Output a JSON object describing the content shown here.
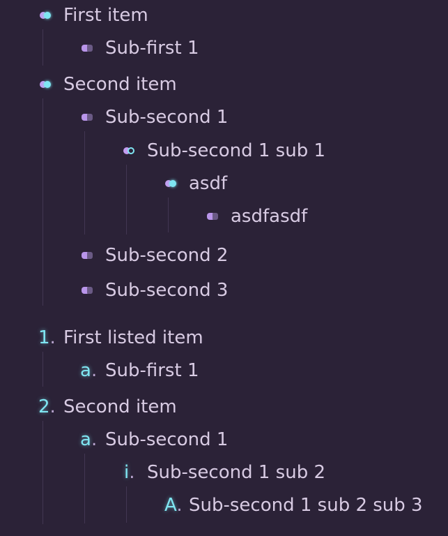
{
  "bulleted": {
    "items": [
      {
        "label": "First item",
        "level": 0,
        "marker": "dot"
      },
      {
        "label": "Sub-first 1",
        "level": 1,
        "marker": "tag"
      },
      {
        "label": "Second item",
        "level": 0,
        "marker": "dot"
      },
      {
        "label": "Sub-second 1",
        "level": 1,
        "marker": "tag"
      },
      {
        "label": "Sub-second 1 sub 1",
        "level": 2,
        "marker": "ring"
      },
      {
        "label": "asdf",
        "level": 3,
        "marker": "dot"
      },
      {
        "label": "asdfasdf",
        "level": 4,
        "marker": "tag"
      },
      {
        "label": "Sub-second 2",
        "level": 1,
        "marker": "tag"
      },
      {
        "label": "Sub-second 3",
        "level": 1,
        "marker": "tag"
      }
    ]
  },
  "numbered": {
    "items": [
      {
        "marker": "1",
        "label": "First listed item",
        "level": 0
      },
      {
        "marker": "a",
        "label": "Sub-first 1",
        "level": 1
      },
      {
        "marker": "2",
        "label": "Second item",
        "level": 0
      },
      {
        "marker": "a",
        "label": "Sub-second 1",
        "level": 1
      },
      {
        "marker": "i",
        "label": "Sub-second 1 sub 2",
        "level": 2
      },
      {
        "marker": "A",
        "label": "Sub-second 1 sub 2 sub 3",
        "level": 3
      }
    ]
  },
  "colors": {
    "background": "#2b2237",
    "text": "#d8cbe3",
    "accent_cyan": "#7fe6f2",
    "accent_purple": "#c39df0",
    "guide_line": "#423652"
  }
}
